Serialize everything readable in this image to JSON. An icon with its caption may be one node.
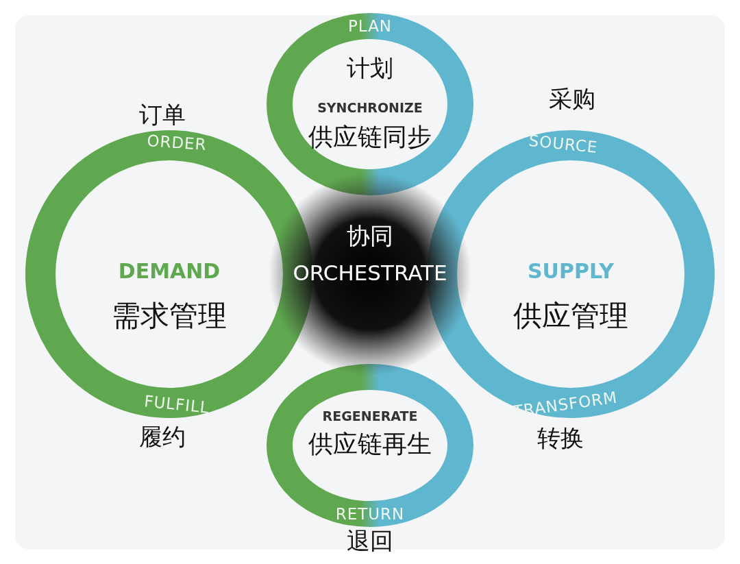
{
  "diagram": {
    "nodes": [
      {
        "text": [
          "DEMAND",
          "需求管理"
        ]
      },
      {
        "text": [
          "SUPPLY",
          "供应管理"
        ]
      },
      {
        "text": [
          "SYNCHRONIZE",
          "供应链同步"
        ]
      },
      {
        "text": [
          "REGENERATE",
          "供应链再生"
        ]
      },
      {
        "text": [
          "协同",
          "ORCHESTRATE"
        ]
      }
    ],
    "edges": [],
    "labels": [
      "PLAN",
      "计划",
      "订单",
      "采购",
      "ORDER",
      "SOURCE",
      "FULFILL",
      "TRANSFORM",
      "履约",
      "转换",
      "RETURN",
      "退回"
    ]
  }
}
